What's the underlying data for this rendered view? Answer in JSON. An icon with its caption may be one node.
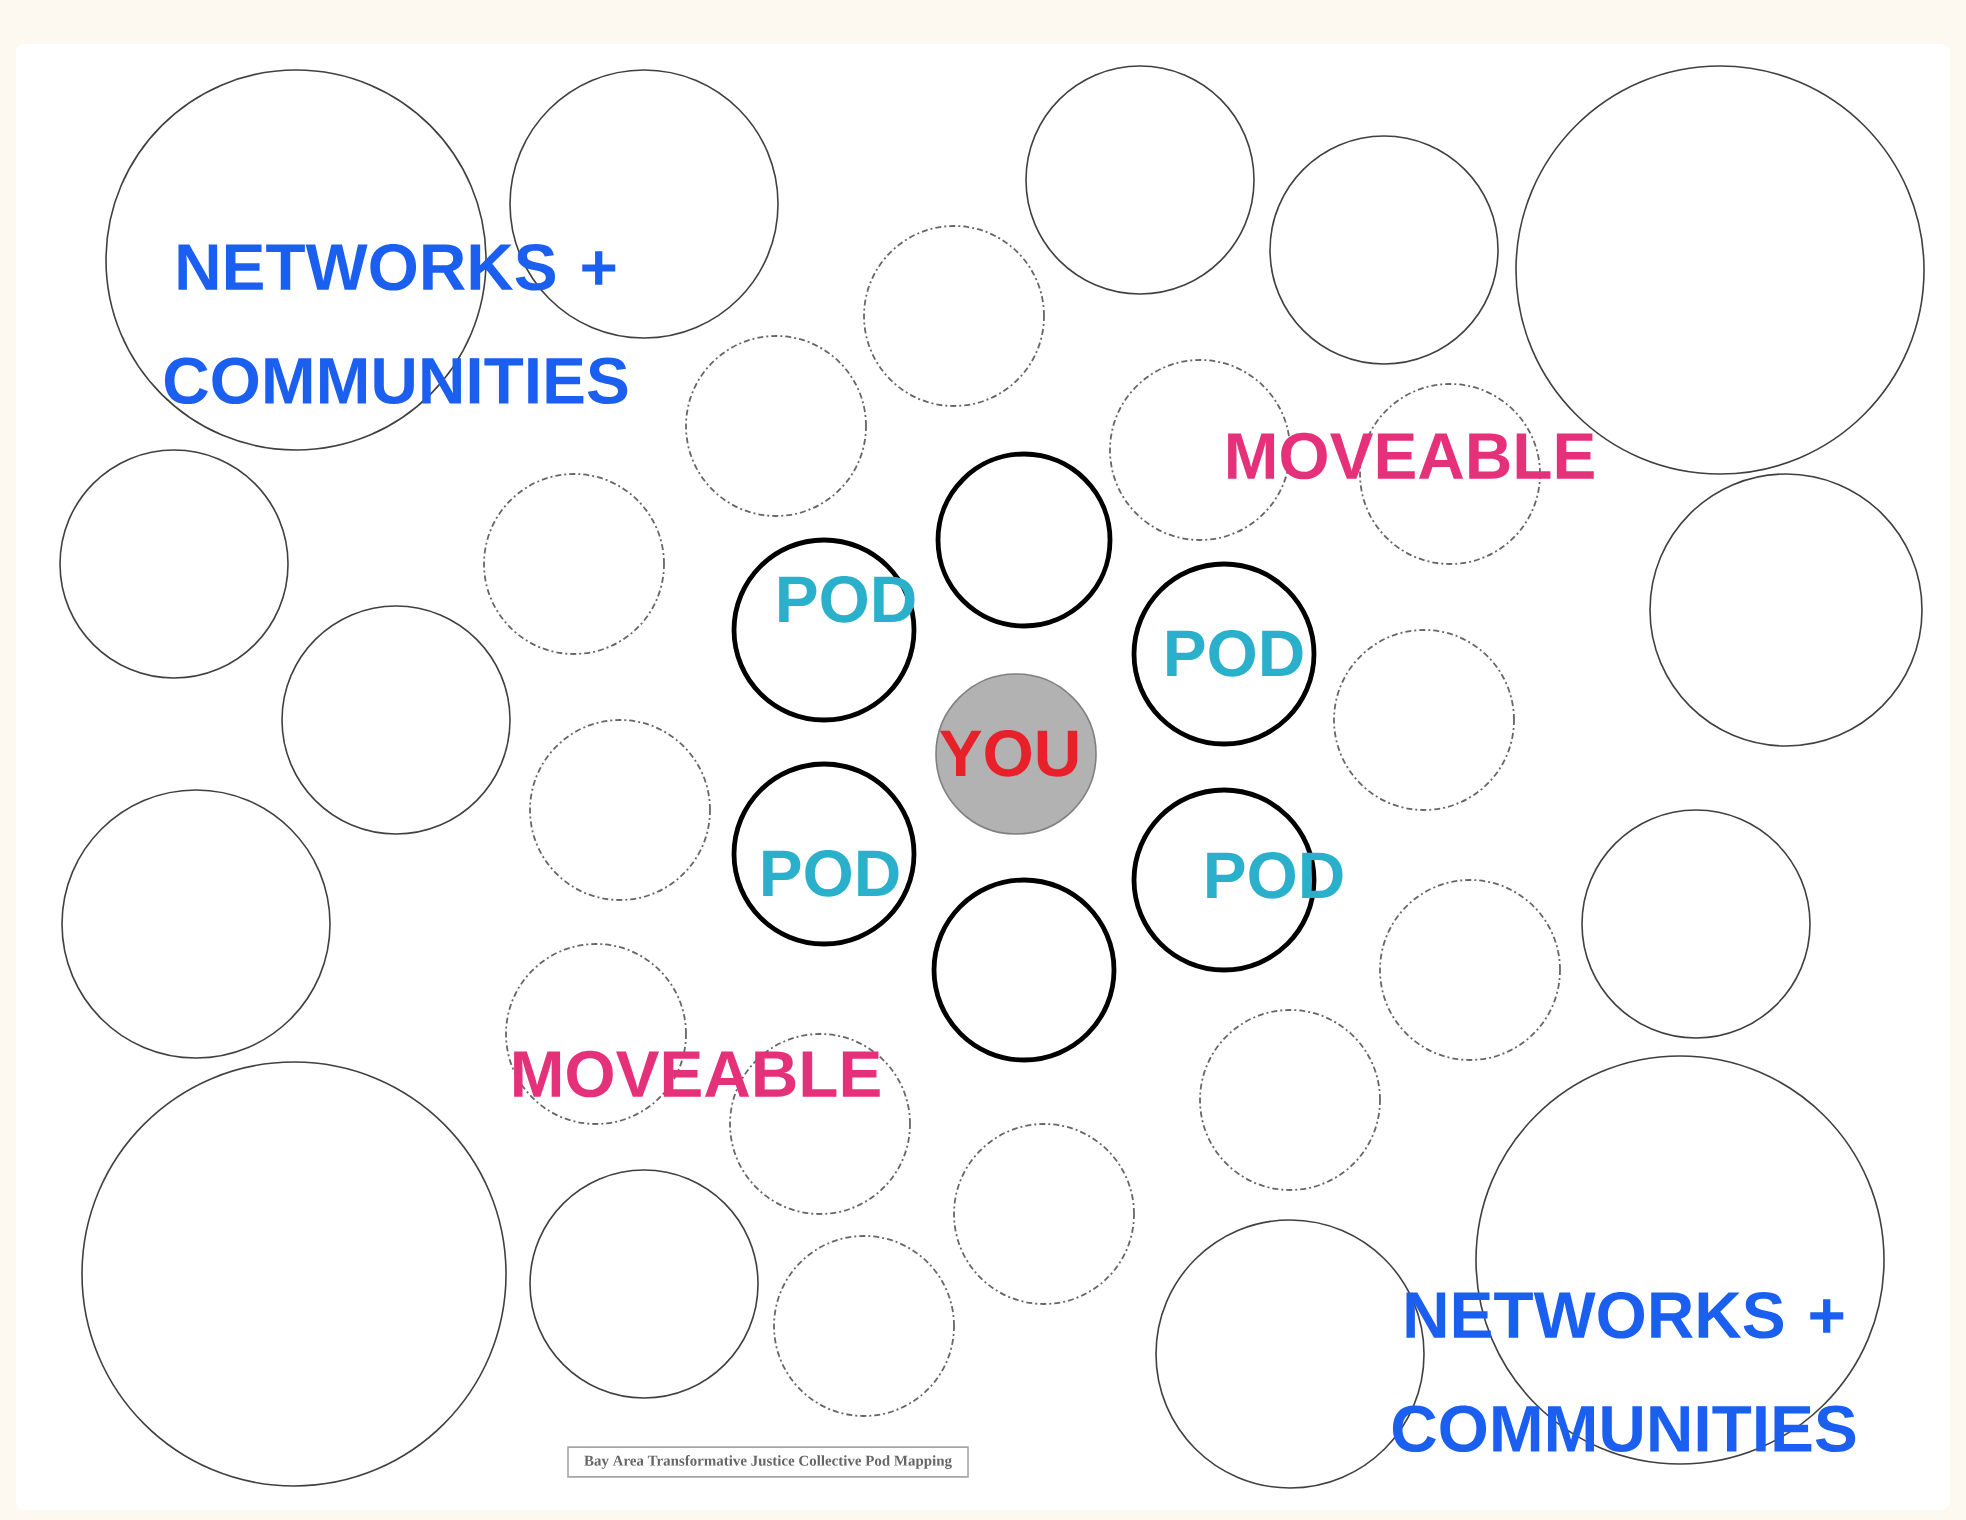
{
  "diagram": {
    "nodes": [
      {
        "text": [],
        "shape": "circle"
      },
      {
        "text": [],
        "shape": "circle"
      },
      {
        "text": [],
        "shape": "circle"
      },
      {
        "text": [],
        "shape": "circle"
      },
      {
        "text": [],
        "shape": "circle"
      },
      {
        "text": [],
        "shape": "circle"
      },
      {
        "text": [],
        "shape": "circle"
      },
      {
        "text": [],
        "shape": "circle"
      },
      {
        "text": [],
        "shape": "circle"
      },
      {
        "text": [],
        "shape": "circle"
      },
      {
        "text": [],
        "shape": "circle"
      },
      {
        "text": [],
        "shape": "circle"
      },
      {
        "text": [],
        "shape": "circle"
      },
      {
        "text": [
          "POD"
        ]
      },
      {
        "text": [
          "POD"
        ]
      },
      {
        "text": [],
        "shape": "circle"
      },
      {
        "text": [],
        "shape": "circle"
      },
      {
        "text": [
          "YOU"
        ]
      },
      {
        "text": [],
        "shape": "circle"
      },
      {
        "text": [
          "POD"
        ]
      },
      {
        "text": [
          "POD"
        ]
      },
      {
        "text": [],
        "shape": "circle"
      },
      {
        "text": [],
        "shape": "circle"
      },
      {
        "text": [],
        "shape": "circle"
      },
      {
        "text": [],
        "shape": "circle"
      },
      {
        "text": [],
        "shape": "circle"
      },
      {
        "text": [],
        "shape": "circle"
      },
      {
        "text": [],
        "shape": "circle"
      },
      {
        "text": [],
        "shape": "circle"
      },
      {
        "text": [],
        "shape": "circle"
      },
      {
        "text": [],
        "shape": "circle"
      },
      {
        "text": [],
        "shape": "circle"
      },
      {
        "text": [],
        "shape": "circle"
      },
      {
        "text": [],
        "shape": "circle"
      }
    ],
    "labels": [
      "NETWORKS + COMMUNITIES",
      "MOVEABLE",
      "MOVEABLE",
      "NETWORKS + COMMUNITIES",
      "Bay Area Transformative Justice Collective Pod Mapping"
    ]
  }
}
